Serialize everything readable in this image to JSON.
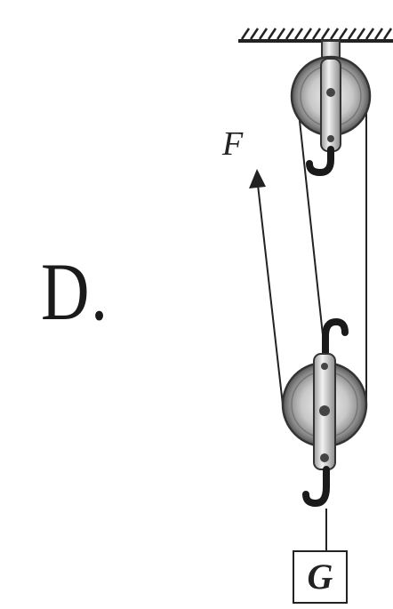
{
  "option_label": "D.",
  "force_label": "F",
  "weight_label": "G"
}
